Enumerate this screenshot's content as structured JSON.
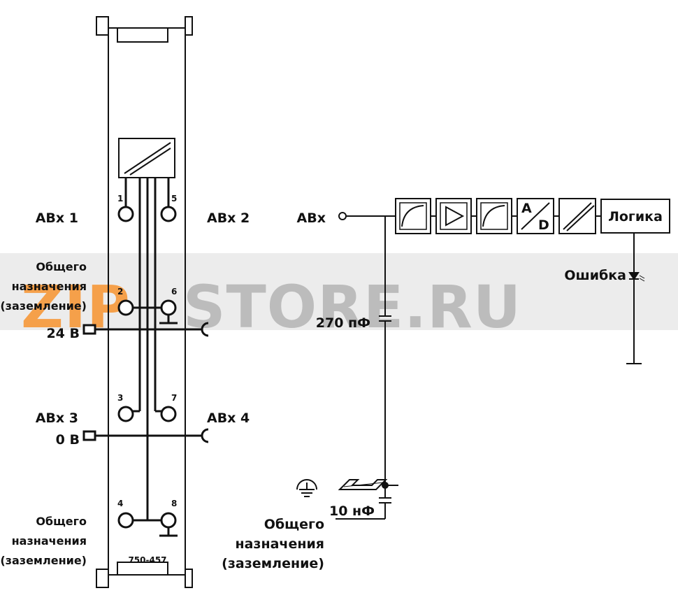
{
  "module": {
    "part_number": "750-457",
    "terminal_numbers": [
      "1",
      "2",
      "3",
      "4",
      "5",
      "6",
      "7",
      "8"
    ]
  },
  "labels": {
    "abx1": "АВх 1",
    "abx2": "АВх 2",
    "abx3": "АВх 3",
    "abx4": "АВх 4",
    "gen_left_top": [
      "Общего",
      "назначения",
      "(заземление)"
    ],
    "gen_left_bottom": [
      "Общего",
      "назначения",
      "(заземление)"
    ],
    "gen_right": [
      "Общего",
      "назначения",
      "(заземление)"
    ],
    "v24": "24 В",
    "v0": "0 В"
  },
  "channel": {
    "input": "АВх",
    "capacitor_1": "270 пФ",
    "capacitor_2": "10 нФ",
    "block_a": "A",
    "block_d": "D",
    "logic": "Логика",
    "error": "Ошибка"
  },
  "watermark": {
    "left": "ZIP",
    "right": "STORE.RU",
    "color_left": "#f5a04a",
    "color_right": "#bcbcbc"
  },
  "colors": {
    "line": "#111111",
    "background": "#ffffff"
  }
}
